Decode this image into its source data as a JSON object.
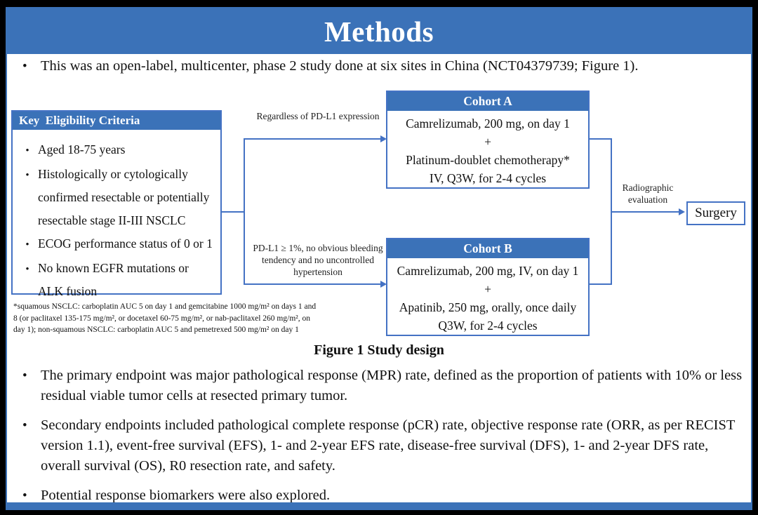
{
  "colors": {
    "accent_blue": "#3B72B8",
    "line_blue": "#4472C4",
    "border_blue": "#4472C4"
  },
  "title": "Methods",
  "intro_bullet": "This was an open-label, multicenter, phase 2 study done at six sites in China (NCT04379739; Figure 1).",
  "figure": {
    "eligibility": {
      "header": "Key  Eligibility Criteria",
      "items": [
        "Aged 18-75 years",
        "Histologically or cytologically confirmed resectable or potentially resectable stage II-III  NSCLC",
        "ECOG performance status of 0 or 1",
        "No known EGFR mutations or ALK fusion"
      ]
    },
    "branch_top_label": "Regardless  of PD-L1 expression",
    "branch_bottom_label": "PD-L1 ≥ 1%, no obvious bleeding tendency and no uncontrolled hypertension",
    "cohort_a": {
      "header": "Cohort A",
      "lines": [
        "Camrelizumab, 200 mg, on day 1",
        "+",
        "Platinum-doublet chemotherapy*",
        "IV, Q3W, for 2-4 cycles"
      ]
    },
    "cohort_b": {
      "header": "Cohort B",
      "lines": [
        "Camrelizumab, 200 mg, IV, on day 1",
        "+",
        "Apatinib, 250 mg, orally, once daily",
        "Q3W, for 2-4 cycles"
      ]
    },
    "radiographic_label": "Radiographic evaluation",
    "surgery_label": "Surgery",
    "footnote": "*squamous NSCLC: carboplatin AUC 5 on day 1 and gemcitabine 1000 mg/m² on days 1 and 8 (or paclitaxel 135-175 mg/m², or docetaxel 60-75 mg/m², or nab-paclitaxel 260 mg/m², on day 1); non-squamous NSCLC: carboplatin AUC 5 and pemetrexed 500 mg/m² on day 1",
    "caption": "Figure 1 Study design"
  },
  "bullets": [
    "The primary endpoint was major pathological response (MPR) rate, defined as the proportion of patients with 10% or less residual viable tumor cells at resected primary tumor.",
    "Secondary endpoints included pathological complete response (pCR) rate, objective response rate (ORR, as per RECIST version 1.1), event-free survival (EFS), 1- and 2-year EFS rate, disease-free survival (DFS), 1- and 2-year DFS rate, overall survival (OS), R0 resection rate, and safety.",
    "Potential response biomarkers were also explored."
  ]
}
